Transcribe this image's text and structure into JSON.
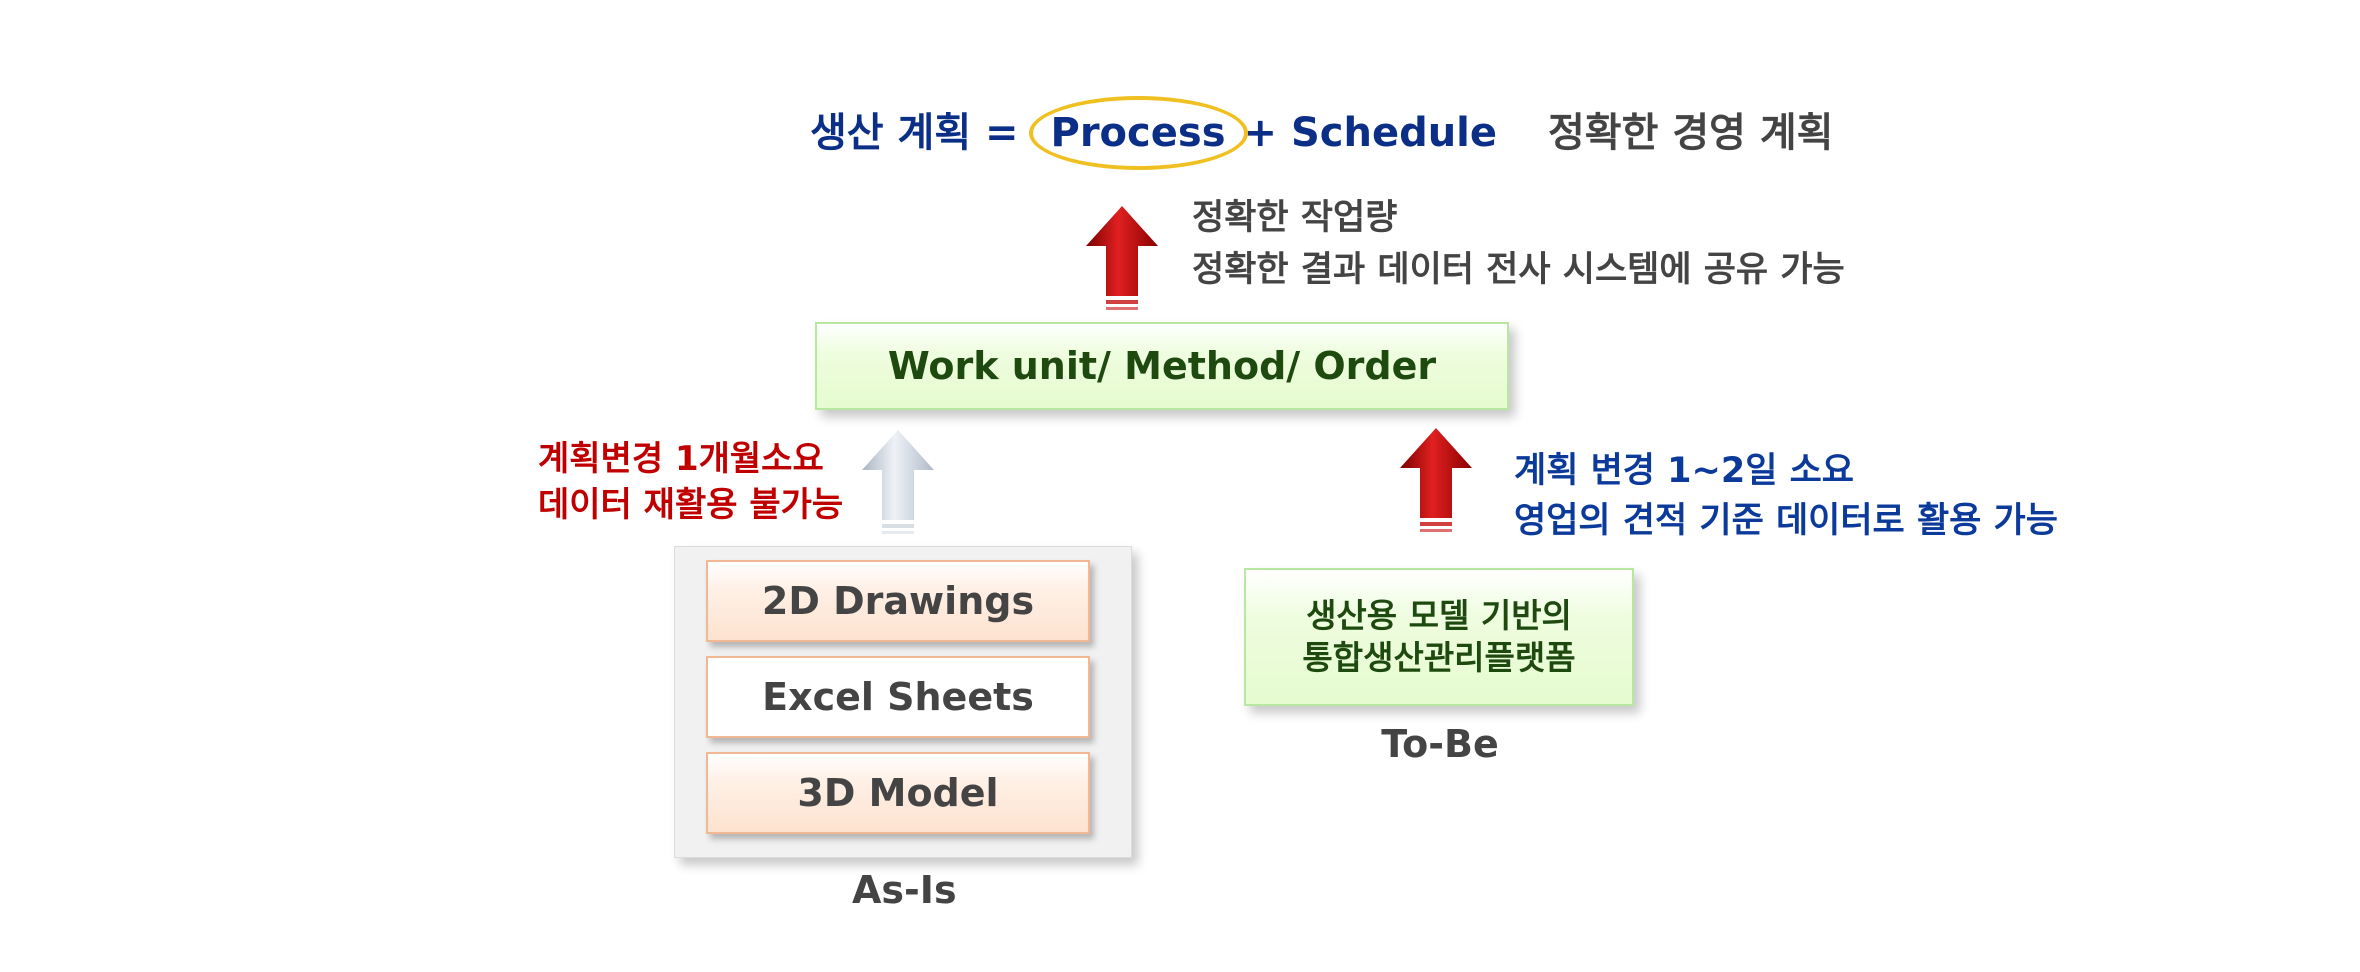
{
  "formula": {
    "prefix": "생산 계획 =",
    "process": "Process",
    "suffix": "+ Schedule"
  },
  "goal": "정확한 경영 계획",
  "top_note": {
    "line1": "정확한 작업량",
    "line2": "정확한 결과 데이터 전사 시스템에 공유 가능"
  },
  "center_box": "Work unit/ Method/ Order",
  "asis": {
    "note": {
      "line1": "계획변경 1개월소요",
      "line2": "데이터 재활용 불가능"
    },
    "items": [
      "2D Drawings",
      "Excel Sheets",
      "3D Model"
    ],
    "label": "As-Is"
  },
  "tobe": {
    "note": {
      "line1": "계획 변경 1~2일 소요",
      "line2": "영업의 견적 기준 데이터로 활용 가능"
    },
    "box": {
      "line1": "생산용 모델 기반의",
      "line2": "통합생산관리플랫폼"
    },
    "label": "To-Be"
  },
  "colors": {
    "formula_blue": "#0b2e86",
    "note_red": "#c00000",
    "note_blue": "#0b3a9a",
    "arrow_red": "#c00000",
    "arrow_gray": "#c9d2de",
    "highlight_ellipse": "#f0c020",
    "green_box_border": "#b7e7a0",
    "peach_box_border": "#f2b894"
  }
}
